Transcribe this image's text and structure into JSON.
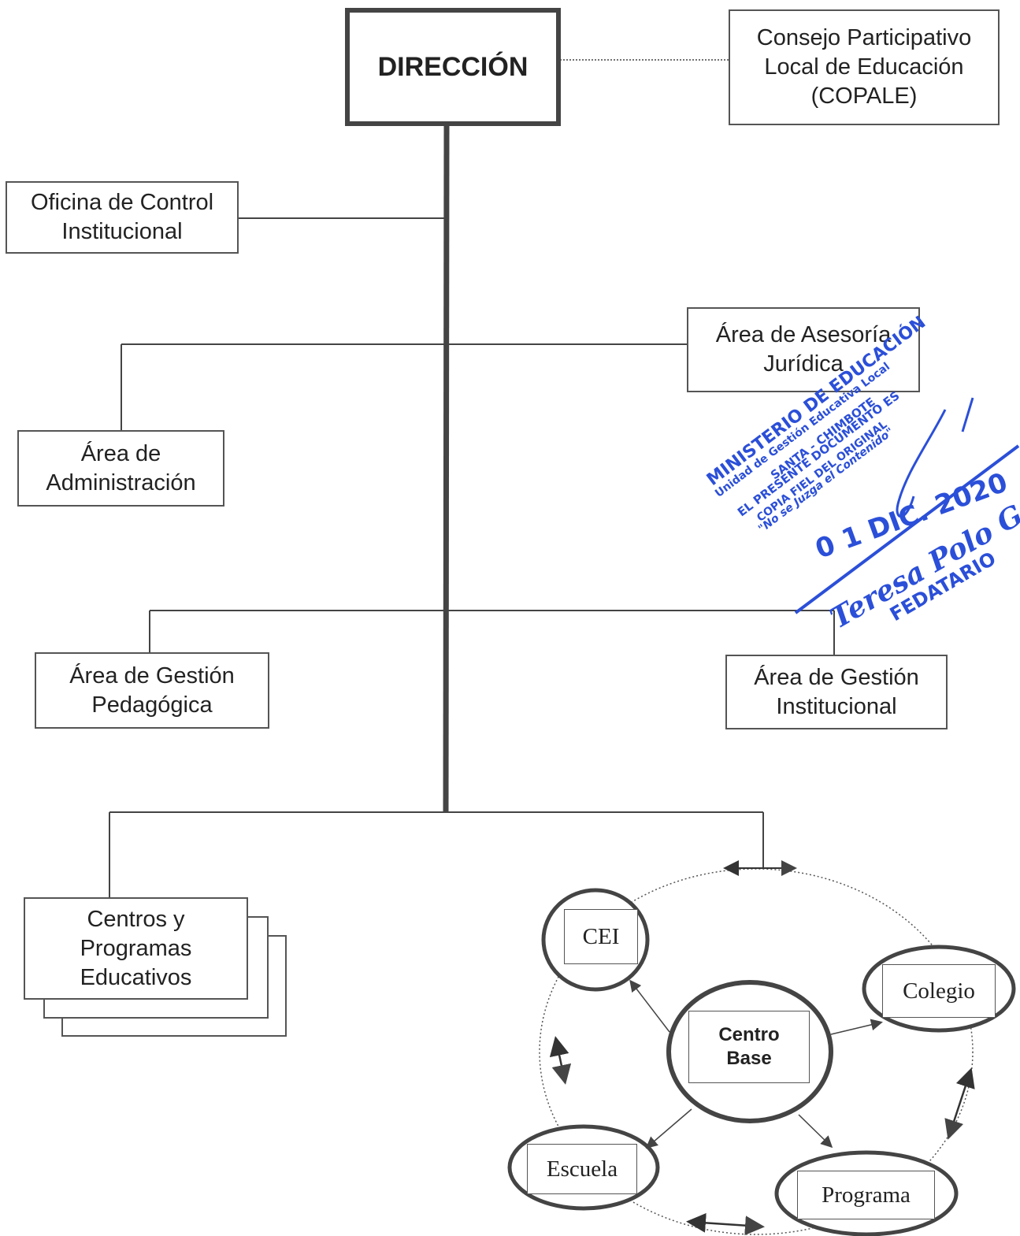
{
  "chart": {
    "head": "DIRECCIÓN",
    "council": "Consejo Participativo\nLocal de Educación\n(COPALE)",
    "office_control": "Oficina de Control\nInstitucional",
    "area_legal": "Área de Asesoría\nJurídica",
    "area_admin": "Área de\nAdministración",
    "area_pedagogic": "Área de Gestión\nPedagógica",
    "area_institutional": "Área de Gestión\nInstitucional",
    "centers_programs": "Centros y\nProgramas\nEducativos"
  },
  "network": {
    "center": "Centro\nBase",
    "nodes": [
      "CEI",
      "Colegio",
      "Programa",
      "Escuela"
    ]
  },
  "stamp": {
    "ministry": "MINISTERIO DE EDUCACIÓN",
    "unit": "Unidad de Gestión Educativa Local",
    "place": "SANTA - CHIMBOTE",
    "line1": "EL PRESENTE DOCUMENTO ES",
    "line2": "COPIA FIEL DEL ORIGINAL",
    "line3": "\"No se Juzga el Contenido\"",
    "date": "0 1 DIC. 2020",
    "name": "Teresa Polo Gonzáles",
    "role": "FEDATARIO"
  },
  "colors": {
    "lines": "#444444",
    "stamp": "#2b4fd8"
  }
}
